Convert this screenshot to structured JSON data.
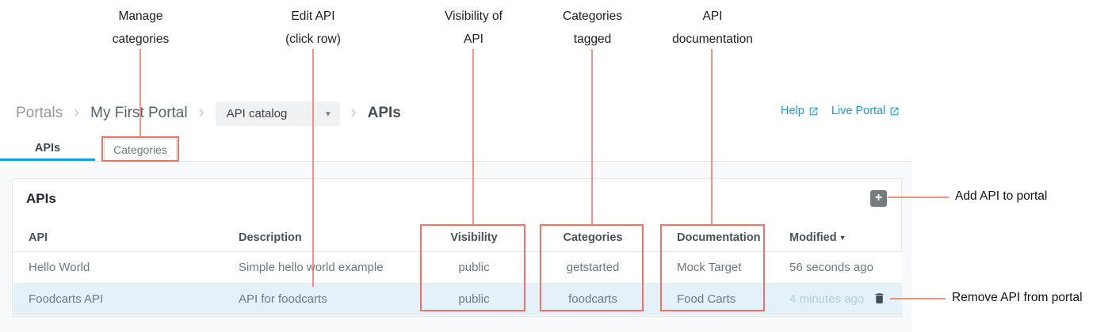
{
  "annotations": {
    "manage": {
      "line1": "Manage",
      "line2": "categories"
    },
    "edit": {
      "line1": "Edit API",
      "line2": "(click row)"
    },
    "visibility": {
      "line1": "Visibility of",
      "line2": "API"
    },
    "categories": {
      "line1": "Categories",
      "line2": "tagged"
    },
    "documentation": {
      "line1": "API",
      "line2": "documentation"
    },
    "add_api": "Add API to portal",
    "remove_api": "Remove API from portal"
  },
  "breadcrumb": {
    "items": [
      "Portals",
      "My First Portal"
    ],
    "separator": "›",
    "dropdown_value": "API catalog",
    "current": "APIs"
  },
  "header_links": [
    {
      "label": "Help"
    },
    {
      "label": "Live Portal"
    }
  ],
  "tabs": [
    {
      "label": "APIs",
      "active": true
    },
    {
      "label": "Categories",
      "active": false
    }
  ],
  "card": {
    "title": "APIs"
  },
  "icons": {
    "dropdown_caret": "▾",
    "sort_desc": "▼",
    "plus": "+",
    "external_link": "external-link",
    "trash": "trash"
  },
  "table": {
    "columns": [
      "API",
      "Description",
      "Visibility",
      "Categories",
      "Documentation",
      "Modified"
    ],
    "sorted_by": "Modified",
    "sort_direction": "desc",
    "rows": [
      {
        "api": "Hello World",
        "description": "Simple hello world example",
        "visibility": "public",
        "categories": "getstarted",
        "documentation": "Mock Target",
        "modified": "56 seconds ago",
        "highlighted": false
      },
      {
        "api": "Foodcarts API",
        "description": "API for foodcarts",
        "visibility": "public",
        "categories": "foodcarts",
        "documentation": "Food Carts",
        "modified": "4 minutes ago",
        "highlighted": true
      }
    ]
  },
  "colors": {
    "accent_blue": "#12a3de",
    "link_blue": "#1a9bd7",
    "annotation_red": "#ee5a4c",
    "row_highlight": "#e4f1f8",
    "add_button_grey": "#747c80"
  }
}
